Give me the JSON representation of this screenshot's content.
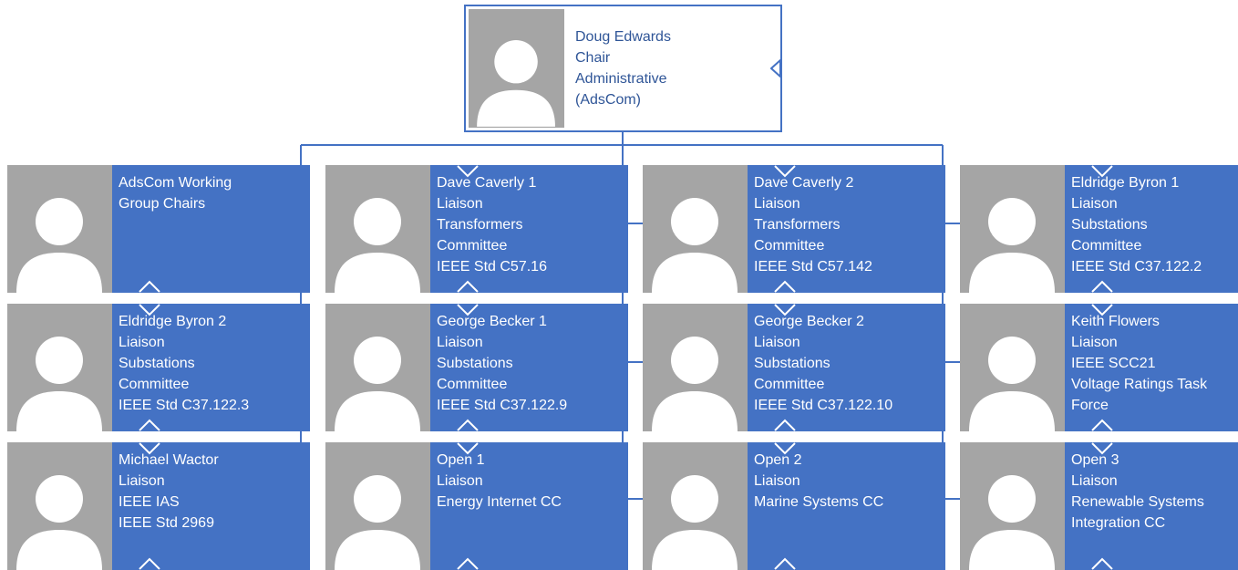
{
  "root": {
    "name": "Doug Edwards",
    "title": "Chair",
    "dept": "Administrative",
    "group": "(AdsCom)"
  },
  "columns": [
    [
      {
        "lines": [
          "AdsCom Working",
          "Group Chairs"
        ]
      },
      {
        "lines": [
          "Eldridge Byron 2",
          "Liaison",
          "Substations",
          "Committee",
          "IEEE Std C37.122.3"
        ]
      },
      {
        "lines": [
          "Michael Wactor",
          "Liaison",
          "IEEE IAS",
          "IEEE Std 2969"
        ]
      }
    ],
    [
      {
        "lines": [
          "Dave Caverly 1",
          "Liaison",
          "Transformers",
          "Committee",
          "IEEE Std C57.16"
        ]
      },
      {
        "lines": [
          "George Becker 1",
          "Liaison",
          "Substations",
          "Committee",
          "IEEE Std C37.122.9"
        ]
      },
      {
        "lines": [
          "Open 1",
          "Liaison",
          "Energy Internet CC"
        ]
      }
    ],
    [
      {
        "lines": [
          "Dave Caverly 2",
          "Liaison",
          "Transformers",
          "Committee",
          "IEEE Std C57.142"
        ]
      },
      {
        "lines": [
          "George Becker 2",
          "Liaison",
          "Substations",
          "Committee",
          "IEEE Std C37.122.10"
        ]
      },
      {
        "lines": [
          "Open 2",
          "Liaison",
          "Marine Systems CC"
        ]
      }
    ],
    [
      {
        "lines": [
          "Eldridge Byron 1",
          "Liaison",
          "Substations",
          "Committee",
          "IEEE Std C37.122.2"
        ]
      },
      {
        "lines": [
          "Keith Flowers",
          "Liaison",
          "IEEE SCC21",
          "Voltage Ratings Task",
          "Force"
        ]
      },
      {
        "lines": [
          "Open 3",
          "Liaison",
          "Renewable Systems",
          "Integration CC"
        ]
      }
    ]
  ],
  "colors": {
    "accent": "#4472c4",
    "root_text": "#2f5597",
    "photo_bg": "#a5a5a5",
    "silhouette": "#ffffff"
  }
}
